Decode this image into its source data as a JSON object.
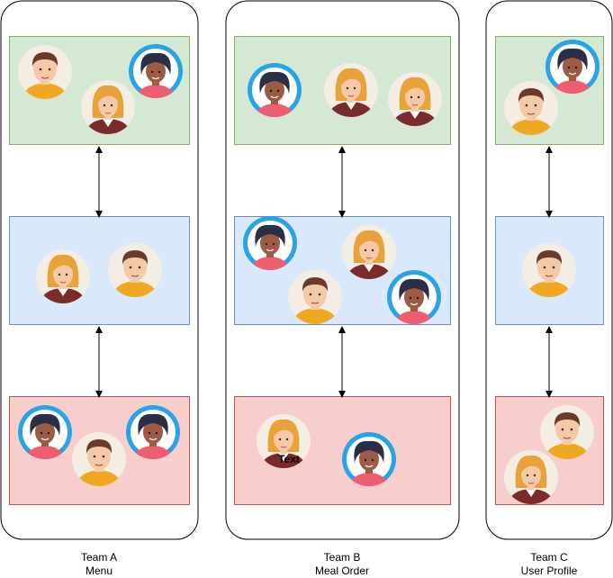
{
  "teams": [
    {
      "id": "team-a",
      "name": "Team A",
      "subtitle": "Menu",
      "layers": [
        {
          "color": "green",
          "avatars": [
            "man",
            "woman",
            "dark"
          ]
        },
        {
          "color": "blue",
          "avatars": [
            "woman",
            "man"
          ]
        },
        {
          "color": "red",
          "avatars": [
            "dark",
            "man",
            "dark"
          ]
        }
      ]
    },
    {
      "id": "team-b",
      "name": "Team B",
      "subtitle": "Meal Order",
      "layers": [
        {
          "color": "green",
          "avatars": [
            "dark",
            "woman",
            "woman"
          ]
        },
        {
          "color": "blue",
          "avatars": [
            "dark",
            "woman",
            "man",
            "dark"
          ]
        },
        {
          "color": "red",
          "avatars": [
            "woman",
            "dark"
          ]
        }
      ]
    },
    {
      "id": "team-c",
      "name": "Team C",
      "subtitle": "User Profile",
      "layers": [
        {
          "color": "green",
          "avatars": [
            "dark",
            "man"
          ]
        },
        {
          "color": "blue",
          "avatars": [
            "man"
          ]
        },
        {
          "color": "red",
          "avatars": [
            "man",
            "woman"
          ]
        }
      ]
    }
  ],
  "annotation": "Text",
  "colors": {
    "green_fill": "#d5e8d4",
    "green_stroke": "#82b366",
    "blue_fill": "#dae8fc",
    "blue_stroke": "#6c8ebf",
    "red_fill": "#f8cecc",
    "red_stroke": "#b85450",
    "container_stroke": "#000000",
    "avatar_bg": "#f3ede4",
    "dark_avatar_ring": "#29a3e6",
    "man_hair": "#6b3a2a",
    "man_shirt": "#f0a823",
    "woman_hair": "#e8a23a",
    "woman_shirt": "#7a2b2b",
    "dark_skin": "#9c5b45",
    "dark_hair": "#2b2f45",
    "dark_shirt": "#ef5d70",
    "light_skin": "#f4c9a8"
  }
}
